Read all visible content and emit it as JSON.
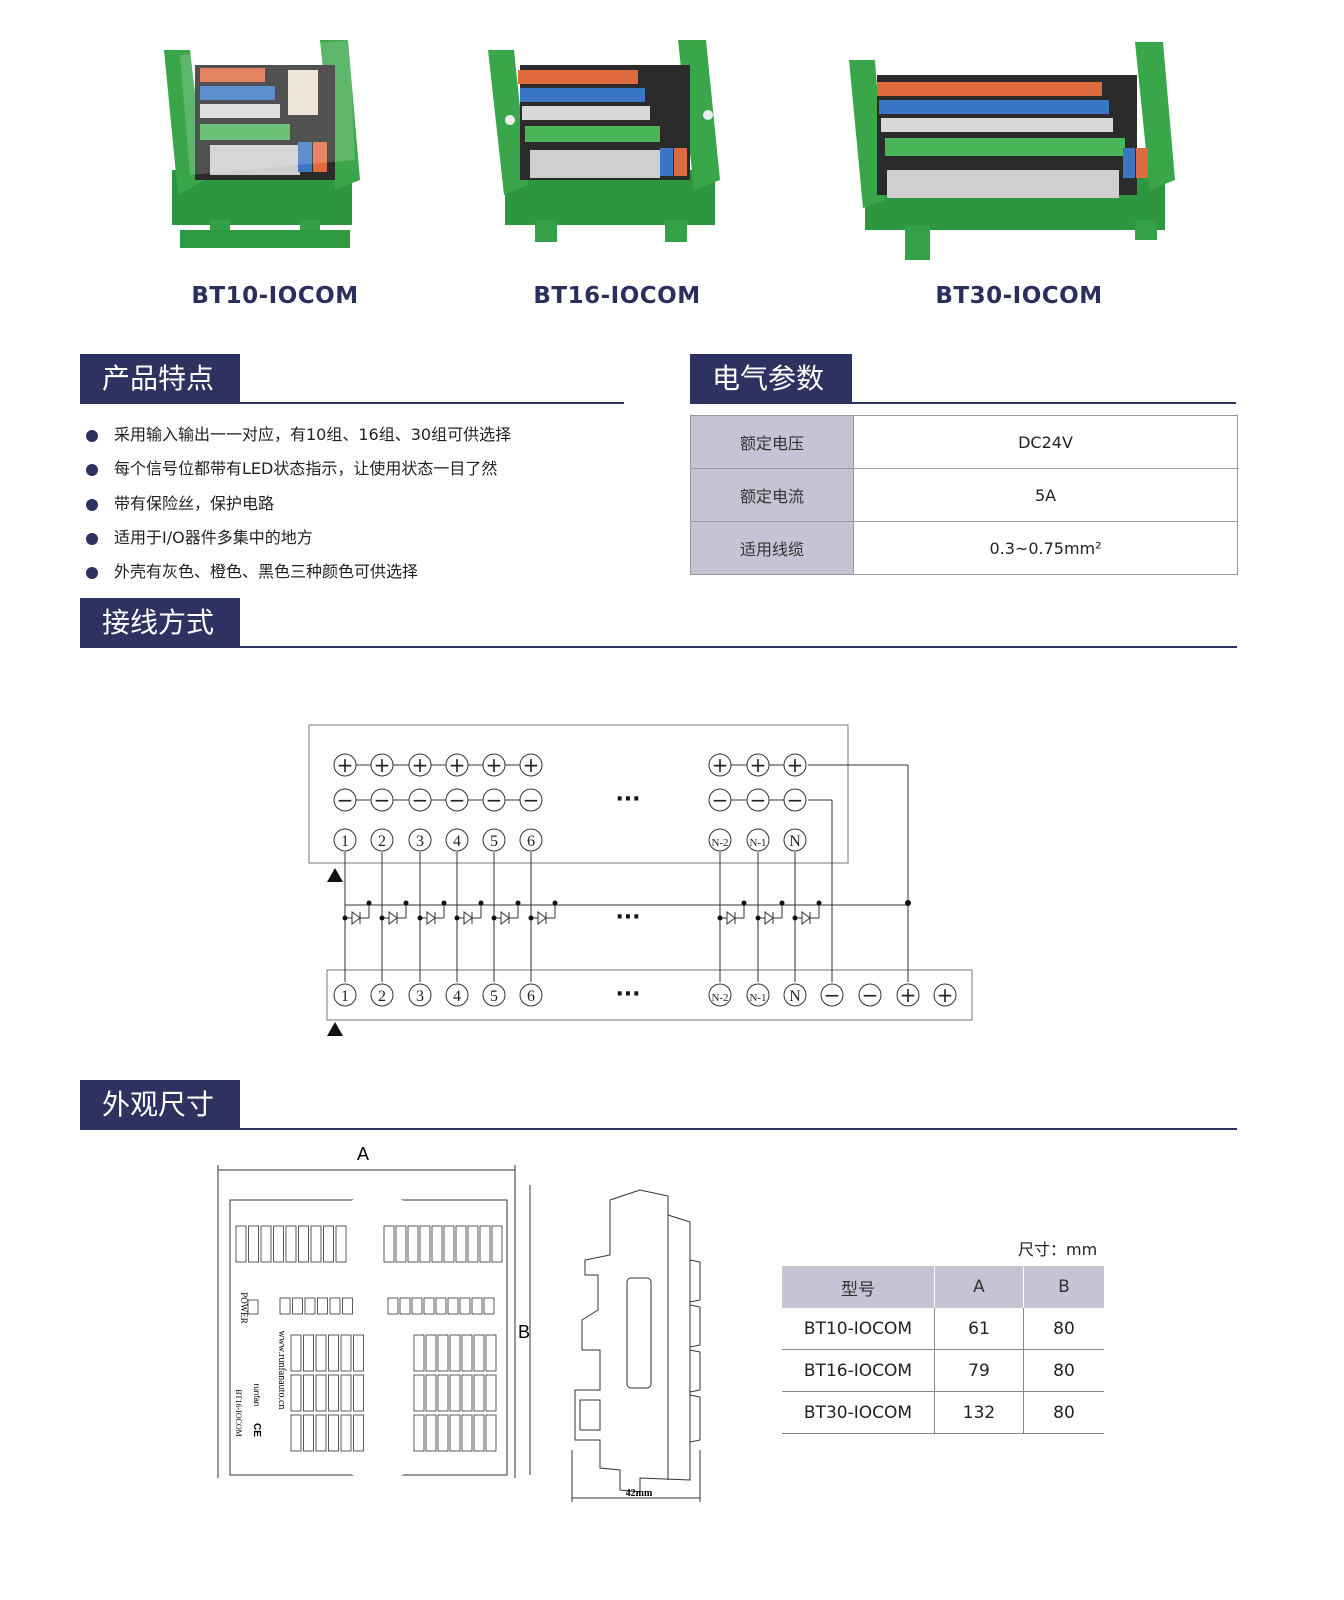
{
  "products": [
    {
      "name": "BT10-IOCOM"
    },
    {
      "name": "BT16-IOCOM"
    },
    {
      "name": "BT30-IOCOM"
    }
  ],
  "features": {
    "title": "产品特点",
    "items": [
      "采用输入输出一一对应，有10组、16组、30组可供选择",
      "每个信号位都带有LED状态指示，让使用状态一目了然",
      "带有保险丝，保护电路",
      "适用于I/O器件多集中的地方",
      "外壳有灰色、橙色、黑色三种颜色可供选择"
    ]
  },
  "electrical": {
    "title": "电气参数",
    "rows": [
      {
        "key": "额定电压",
        "value": "DC24V"
      },
      {
        "key": "额定电流",
        "value": "5A"
      },
      {
        "key": "适用线缆",
        "value": "0.3~0.75mm²"
      }
    ]
  },
  "wiring": {
    "title": "接线方式",
    "plus": "+",
    "minus": "−",
    "ellipsis": "···",
    "terminals": [
      "1",
      "2",
      "3",
      "4",
      "5",
      "6",
      "N-2",
      "N-1",
      "N"
    ]
  },
  "dimensions": {
    "title": "外观尺寸",
    "label_a": "A",
    "label_b": "B",
    "side_width": "42mm",
    "pcb_text": {
      "power": "POWER",
      "url": "www.runfanauto.cn",
      "model": "BT16-IOCOM",
      "brand": "runfan",
      "ce": "CE"
    },
    "unit": "尺寸：mm",
    "headers": [
      "型号",
      "A",
      "B"
    ],
    "rows": [
      [
        "BT10-IOCOM",
        "61",
        "80"
      ],
      [
        "BT16-IOCOM",
        "79",
        "80"
      ],
      [
        "BT30-IOCOM",
        "132",
        "80"
      ]
    ]
  },
  "colors": {
    "navy": "#2d3260",
    "header_fill": "#c4c4d4",
    "housing_green": "#3aa64a",
    "terminal_orange": "#e06a3f",
    "terminal_blue": "#3a76c4",
    "terminal_grey": "#d8d8d8"
  }
}
